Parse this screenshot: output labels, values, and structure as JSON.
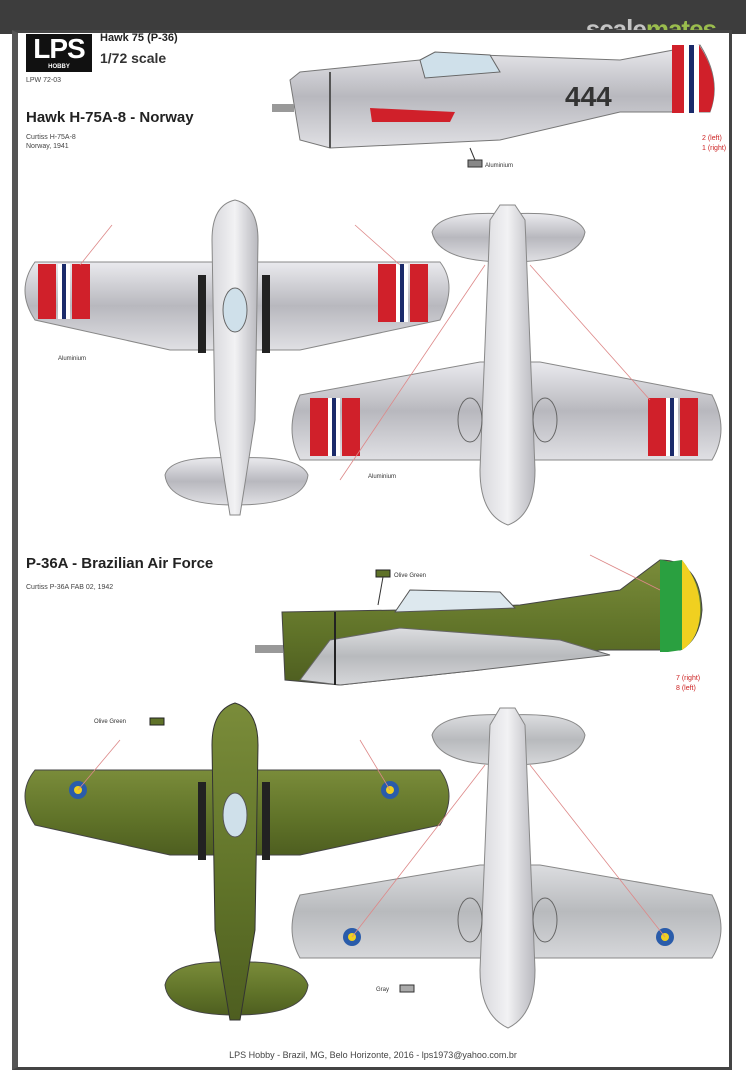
{
  "watermark": {
    "text_a": "scale",
    "text_b": "mates"
  },
  "logo": {
    "text": "LPS",
    "sub": "HOBBY"
  },
  "header": {
    "title": "Hawk 75 (P-36)",
    "scale": "1/72 scale",
    "code": "LPW 72-03"
  },
  "norway": {
    "title": "Hawk H-75A-8 - Norway",
    "sub1": "Curtiss H-75A-8",
    "sub2": "Norway, 1941",
    "tail_number": "444",
    "color_label": "Aluminium",
    "decal_note_1": "2 (left)",
    "decal_note_2": "1 (right)",
    "colors": {
      "aluminium": "#c8c8cc",
      "red": "#d0202a",
      "blue": "#1a2a6a"
    }
  },
  "brazil": {
    "title": "P-36A - Brazilian Air Force",
    "sub": "Curtiss P-36A FAB 02, 1942",
    "color_label_top": "Olive Green",
    "color_label_under": "Gray",
    "decal_note_1": "7 (right)",
    "decal_note_2": "8 (left)",
    "colors": {
      "olive": "#66782e",
      "gray": "#c4c6c8",
      "green": "#2aa040",
      "yellow": "#f0d020"
    }
  },
  "footer": {
    "text": "LPS Hobby - Brazil, MG, Belo Horizonte, 2016 - lps1973@yahoo.com.br"
  }
}
